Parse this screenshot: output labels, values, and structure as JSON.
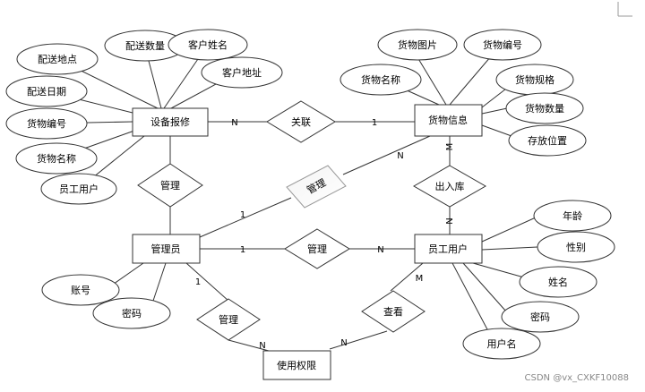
{
  "entities": {
    "equipment_repair": "设备报修",
    "goods_info": "货物信息",
    "admin": "管理员",
    "employee_user": "员工用户",
    "access_rights": "使用权限"
  },
  "relationships": {
    "link": "关联",
    "manage_repair": "管理",
    "manage_goods": "管理",
    "in_out_stock": "出入库",
    "manage_employee": "管理",
    "manage_rights": "管理",
    "view": "查看"
  },
  "attributes": {
    "repair": {
      "delivery_location": "配送地点",
      "delivery_quantity": "配送数量",
      "customer_name": "客户姓名",
      "customer_address": "客户地址",
      "delivery_date": "配送日期",
      "goods_id": "货物编号",
      "goods_name": "货物名称",
      "employee_user": "员工用户"
    },
    "goods": {
      "goods_image": "货物图片",
      "goods_id": "货物编号",
      "goods_name": "货物名称",
      "goods_spec": "货物规格",
      "goods_quantity": "货物数量",
      "storage_location": "存放位置"
    },
    "admin": {
      "account": "账号",
      "password": "密码"
    },
    "employee": {
      "age": "年龄",
      "gender": "性别",
      "name": "姓名",
      "password": "密码",
      "username": "用户名"
    }
  },
  "cardinalities": {
    "repair_link": "N",
    "link_goods": "1",
    "admin_goods": "1",
    "goods_admin": "N",
    "goods_stock": "M",
    "stock_employee": "N",
    "admin_employee": "1",
    "employee_admin": "N",
    "admin_rights": "1",
    "rights_from_admin": "N",
    "rights_from_employee": "N",
    "employee_rights": "M"
  },
  "watermark": "CSDN @vx_CXKF10088"
}
